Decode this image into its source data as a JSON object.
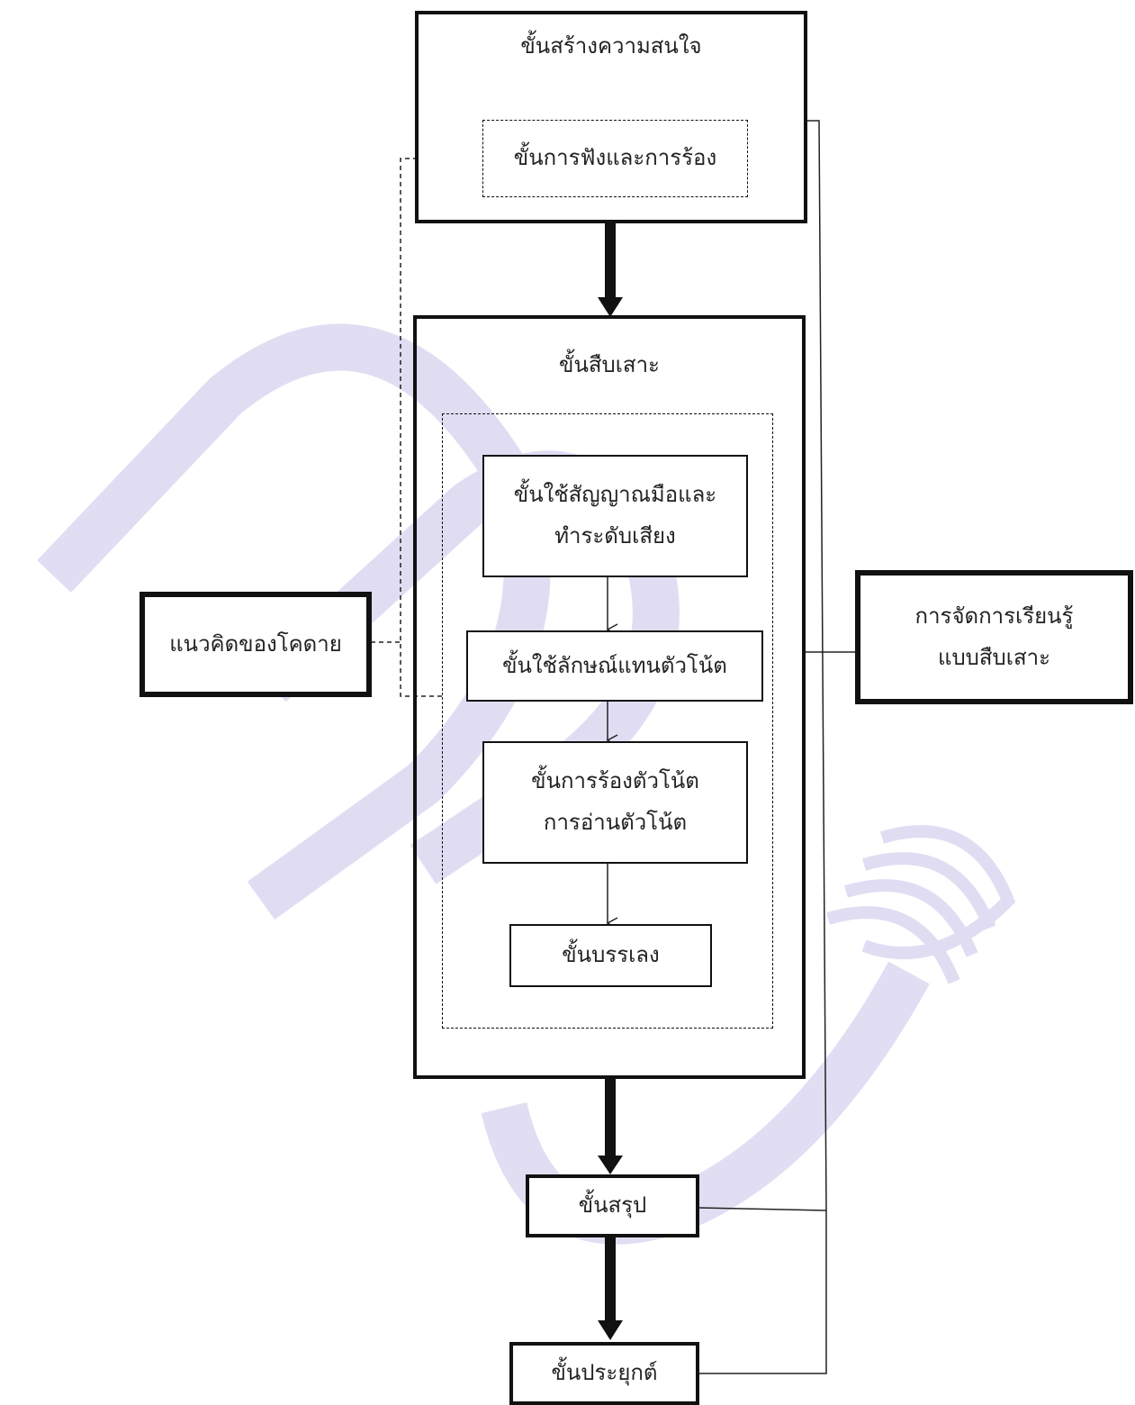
{
  "diagram": {
    "top_stage": "ขั้นสร้างความสนใจ",
    "listen_sing": "ขั้นการฟังและการร้อง",
    "inquiry_stage": "ขั้นสืบเสาะ",
    "hand_signs": [
      "ขั้นใช้สัญญาณมือและ",
      "ทำระดับเสียง"
    ],
    "note_symbols": "ขั้นใช้ลักษณ์แทนตัวโน้ต",
    "sing_notes": [
      "ขั้นการร้องตัวโน้ต",
      "การอ่านตัวโน้ต"
    ],
    "accompany": "ขั้นบรรเลง",
    "conclusion": "ขั้นสรุป",
    "application": "ขั้นประยุกต์",
    "kodaly": "แนวคิดของโคดาย",
    "inquiry_learning": [
      "การจัดการเรียนรู้",
      "แบบสืบเสาะ"
    ]
  },
  "watermark": {
    "letters": "DPU",
    "color": "#8f86cc"
  }
}
